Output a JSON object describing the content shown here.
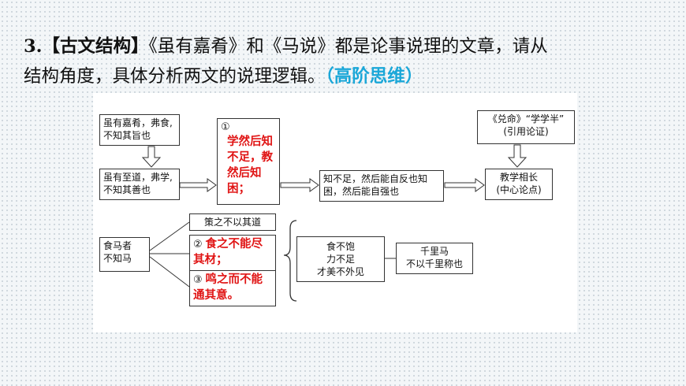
{
  "question": {
    "number": "3.",
    "tag": "【古文结构】",
    "line1": "《虽有嘉肴》和《马说》都是论事说理的文章，请从",
    "line2": "结构角度，具体分析两文的说理逻辑。",
    "hint": "（高阶思维）"
  },
  "diagram": {
    "top": {
      "box1": "虽有嘉肴，弗食,不知其旨也",
      "box2": "虽有至道，弗学,不知其善也",
      "circle1": "①",
      "answer1": "学然后知不足，教然后知困；",
      "box_middle": "知不足，然后能自反也知困，然后能自强也",
      "quote_line1": "《兑命》“学学半”",
      "quote_line2": "(引用论证)",
      "center_line1": "教学相长",
      "center_line2": "(中心论点)"
    },
    "bottom": {
      "root_line1": "食马者",
      "root_line2": "不知马",
      "branch1": "策之不以其道",
      "circle2": "②",
      "answer2": "食之不能尽其材；",
      "circle3": "③",
      "answer3": "鸣之而不能通其意。",
      "result_line1": "食不饱",
      "result_line2": "力不足",
      "result_line3": "才美不外见",
      "conclusion_line1": "千里马",
      "conclusion_line2": "不以千里称也"
    }
  }
}
